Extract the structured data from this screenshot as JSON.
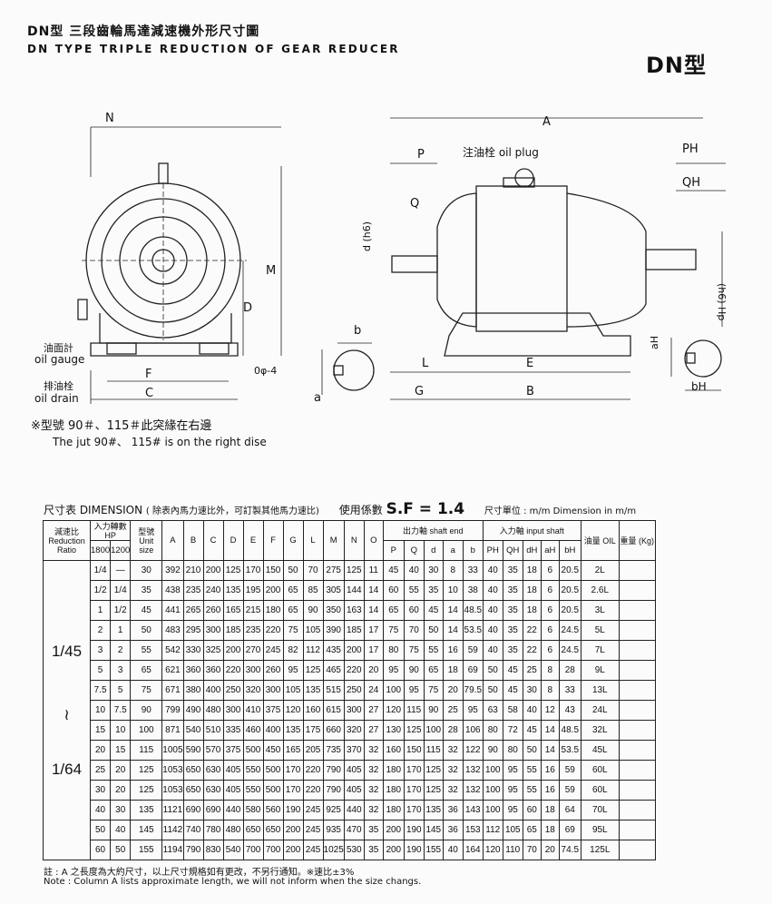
{
  "header": {
    "title_zh": "DN型 三段齒輪馬達減速機外形尺寸圖",
    "title_en": "DN TYPE TRIPLE REDUCTION OF GEAR REDUCER",
    "model_tag": "DN型"
  },
  "drawing": {
    "labels": {
      "N": "N",
      "M": "M",
      "D": "D",
      "F": "F",
      "C": "C",
      "hole": "0φ-4",
      "b": "b",
      "a": "a",
      "d_h6": "d (h6)",
      "P": "P",
      "Q": "Q",
      "L": "L",
      "G": "G",
      "E": "E",
      "B": "B",
      "A": "A",
      "PH": "PH",
      "QH": "QH",
      "dH_h6": "(h6) Hp",
      "aH": "aH",
      "bH": "bH"
    },
    "oil_gauge_zh": "油面計",
    "oil_gauge_en": "oil gauge",
    "oil_drain_zh": "排油栓",
    "oil_drain_en": "oil drain",
    "oil_plug": "注油栓 oil plug"
  },
  "notes": {
    "jut_zh": "※型號 90＃、115＃此突緣在右邊",
    "jut_en": "The jut 90#、 115# is on the right dise"
  },
  "table_heading": {
    "label_zh": "尺寸表 DIMENSION",
    "label_note": "( 除表內馬力速比外，可訂製其他馬力速比)",
    "sf_label": "使用係數",
    "sf_value": "S.F = 1.4",
    "unit": "尺寸單位 : m/m Dimension in m/m"
  },
  "table": {
    "h_ratio": "減速比 Reduction Ratio",
    "h_hp": "入力轉數 HP",
    "h_rpm1": "1800",
    "h_rpm2": "1200",
    "h_size": "型號 Unit size",
    "h_shaft_end": "出力軸 shaft end",
    "h_input_shaft": "入力軸 input shaft",
    "h_oil": "油量 OIL",
    "h_weight": "重量 (Kg)",
    "cols_main": [
      "A",
      "B",
      "C",
      "D",
      "E",
      "F",
      "G",
      "L",
      "M",
      "N",
      "O"
    ],
    "cols_shaft": [
      "P",
      "Q",
      "d",
      "a",
      "b"
    ],
    "cols_input": [
      "PH",
      "QH",
      "dH",
      "aH",
      "bH"
    ],
    "ratio_group1": "1/45",
    "ratio_tilde": "≀",
    "ratio_group2": "1/64",
    "rows": [
      [
        "1/4",
        "—",
        "30",
        "392",
        "210",
        "200",
        "125",
        "170",
        "150",
        "50",
        "70",
        "275",
        "125",
        "11",
        "45",
        "40",
        "30",
        "8",
        "33",
        "40",
        "35",
        "18",
        "6",
        "20.5",
        "2L",
        ""
      ],
      [
        "1/2",
        "1/4",
        "35",
        "438",
        "235",
        "240",
        "135",
        "195",
        "200",
        "65",
        "85",
        "305",
        "144",
        "14",
        "60",
        "55",
        "35",
        "10",
        "38",
        "40",
        "35",
        "18",
        "6",
        "20.5",
        "2.6L",
        ""
      ],
      [
        "1",
        "1/2",
        "45",
        "441",
        "265",
        "260",
        "165",
        "215",
        "180",
        "65",
        "90",
        "350",
        "163",
        "14",
        "65",
        "60",
        "45",
        "14",
        "48.5",
        "40",
        "35",
        "18",
        "6",
        "20.5",
        "3L",
        ""
      ],
      [
        "2",
        "1",
        "50",
        "483",
        "295",
        "300",
        "185",
        "235",
        "220",
        "75",
        "105",
        "390",
        "185",
        "17",
        "75",
        "70",
        "50",
        "14",
        "53.5",
        "40",
        "35",
        "22",
        "6",
        "24.5",
        "5L",
        ""
      ],
      [
        "3",
        "2",
        "55",
        "542",
        "330",
        "325",
        "200",
        "270",
        "245",
        "82",
        "112",
        "435",
        "200",
        "17",
        "80",
        "75",
        "55",
        "16",
        "59",
        "40",
        "35",
        "22",
        "6",
        "24.5",
        "7L",
        ""
      ],
      [
        "5",
        "3",
        "65",
        "621",
        "360",
        "360",
        "220",
        "300",
        "260",
        "95",
        "125",
        "465",
        "220",
        "20",
        "95",
        "90",
        "65",
        "18",
        "69",
        "50",
        "45",
        "25",
        "8",
        "28",
        "9L",
        ""
      ],
      [
        "7.5",
        "5",
        "75",
        "671",
        "380",
        "400",
        "250",
        "320",
        "300",
        "105",
        "135",
        "515",
        "250",
        "24",
        "100",
        "95",
        "75",
        "20",
        "79.5",
        "50",
        "45",
        "30",
        "8",
        "33",
        "13L",
        ""
      ],
      [
        "10",
        "7.5",
        "90",
        "799",
        "490",
        "480",
        "300",
        "410",
        "375",
        "120",
        "160",
        "615",
        "300",
        "27",
        "120",
        "115",
        "90",
        "25",
        "95",
        "63",
        "58",
        "40",
        "12",
        "43",
        "24L",
        ""
      ],
      [
        "15",
        "10",
        "100",
        "871",
        "540",
        "510",
        "335",
        "460",
        "400",
        "135",
        "175",
        "660",
        "320",
        "27",
        "130",
        "125",
        "100",
        "28",
        "106",
        "80",
        "72",
        "45",
        "14",
        "48.5",
        "32L",
        ""
      ],
      [
        "20",
        "15",
        "115",
        "1005",
        "590",
        "570",
        "375",
        "500",
        "450",
        "165",
        "205",
        "735",
        "370",
        "32",
        "160",
        "150",
        "115",
        "32",
        "122",
        "90",
        "80",
        "50",
        "14",
        "53.5",
        "45L",
        ""
      ],
      [
        "25",
        "20",
        "125",
        "1053",
        "650",
        "630",
        "405",
        "550",
        "500",
        "170",
        "220",
        "790",
        "405",
        "32",
        "180",
        "170",
        "125",
        "32",
        "132",
        "100",
        "95",
        "55",
        "16",
        "59",
        "60L",
        ""
      ],
      [
        "30",
        "20",
        "125",
        "1053",
        "650",
        "630",
        "405",
        "550",
        "500",
        "170",
        "220",
        "790",
        "405",
        "32",
        "180",
        "170",
        "125",
        "32",
        "132",
        "100",
        "95",
        "55",
        "16",
        "59",
        "60L",
        ""
      ],
      [
        "40",
        "30",
        "135",
        "1121",
        "690",
        "690",
        "440",
        "580",
        "560",
        "190",
        "245",
        "925",
        "440",
        "32",
        "180",
        "170",
        "135",
        "36",
        "143",
        "100",
        "95",
        "60",
        "18",
        "64",
        "70L",
        ""
      ],
      [
        "50",
        "40",
        "145",
        "1142",
        "740",
        "780",
        "480",
        "650",
        "650",
        "200",
        "245",
        "935",
        "470",
        "35",
        "200",
        "190",
        "145",
        "36",
        "153",
        "112",
        "105",
        "65",
        "18",
        "69",
        "95L",
        ""
      ],
      [
        "60",
        "50",
        "155",
        "1194",
        "790",
        "830",
        "540",
        "700",
        "700",
        "200",
        "245",
        "1025",
        "530",
        "35",
        "200",
        "190",
        "155",
        "40",
        "164",
        "120",
        "110",
        "70",
        "20",
        "74.5",
        "125L",
        ""
      ]
    ]
  },
  "footnote": {
    "zh": "註 : A 之長度為大約尺寸，以上尺寸規格如有更改，不另行通知。※速比±3%",
    "en": "Note : Column A lists approximate length, we will not inform when the size changs."
  }
}
